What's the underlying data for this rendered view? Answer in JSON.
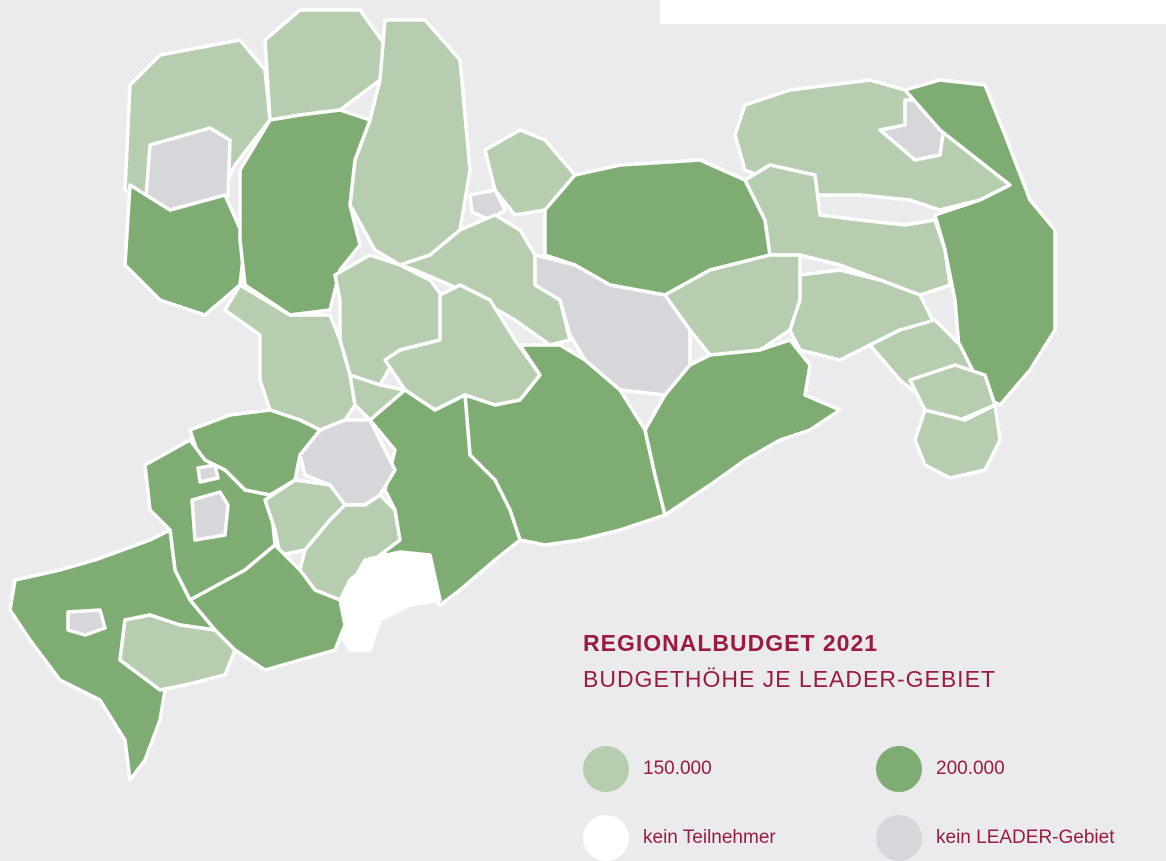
{
  "map": {
    "title": "REGIONALBUDGET 2021",
    "subtitle": "BUDGETHÖHE JE LEADER-GEBIET",
    "colors": {
      "budget_150000": "#b6cdb0",
      "budget_200000": "#7fac72",
      "kein_teilnehmer": "#ffffff",
      "kein_leader_gebiet": "#d6d6db",
      "background": "#ebebed",
      "text": "#9b1b40"
    },
    "legend": [
      {
        "label": "150.000",
        "color": "#b6cdb0"
      },
      {
        "label": "200.000",
        "color": "#7fac72"
      },
      {
        "label": "kein Teilnehmer",
        "color": "#ffffff"
      },
      {
        "label": "kein LEADER-Gebiet",
        "color": "#d6d6db"
      }
    ]
  }
}
